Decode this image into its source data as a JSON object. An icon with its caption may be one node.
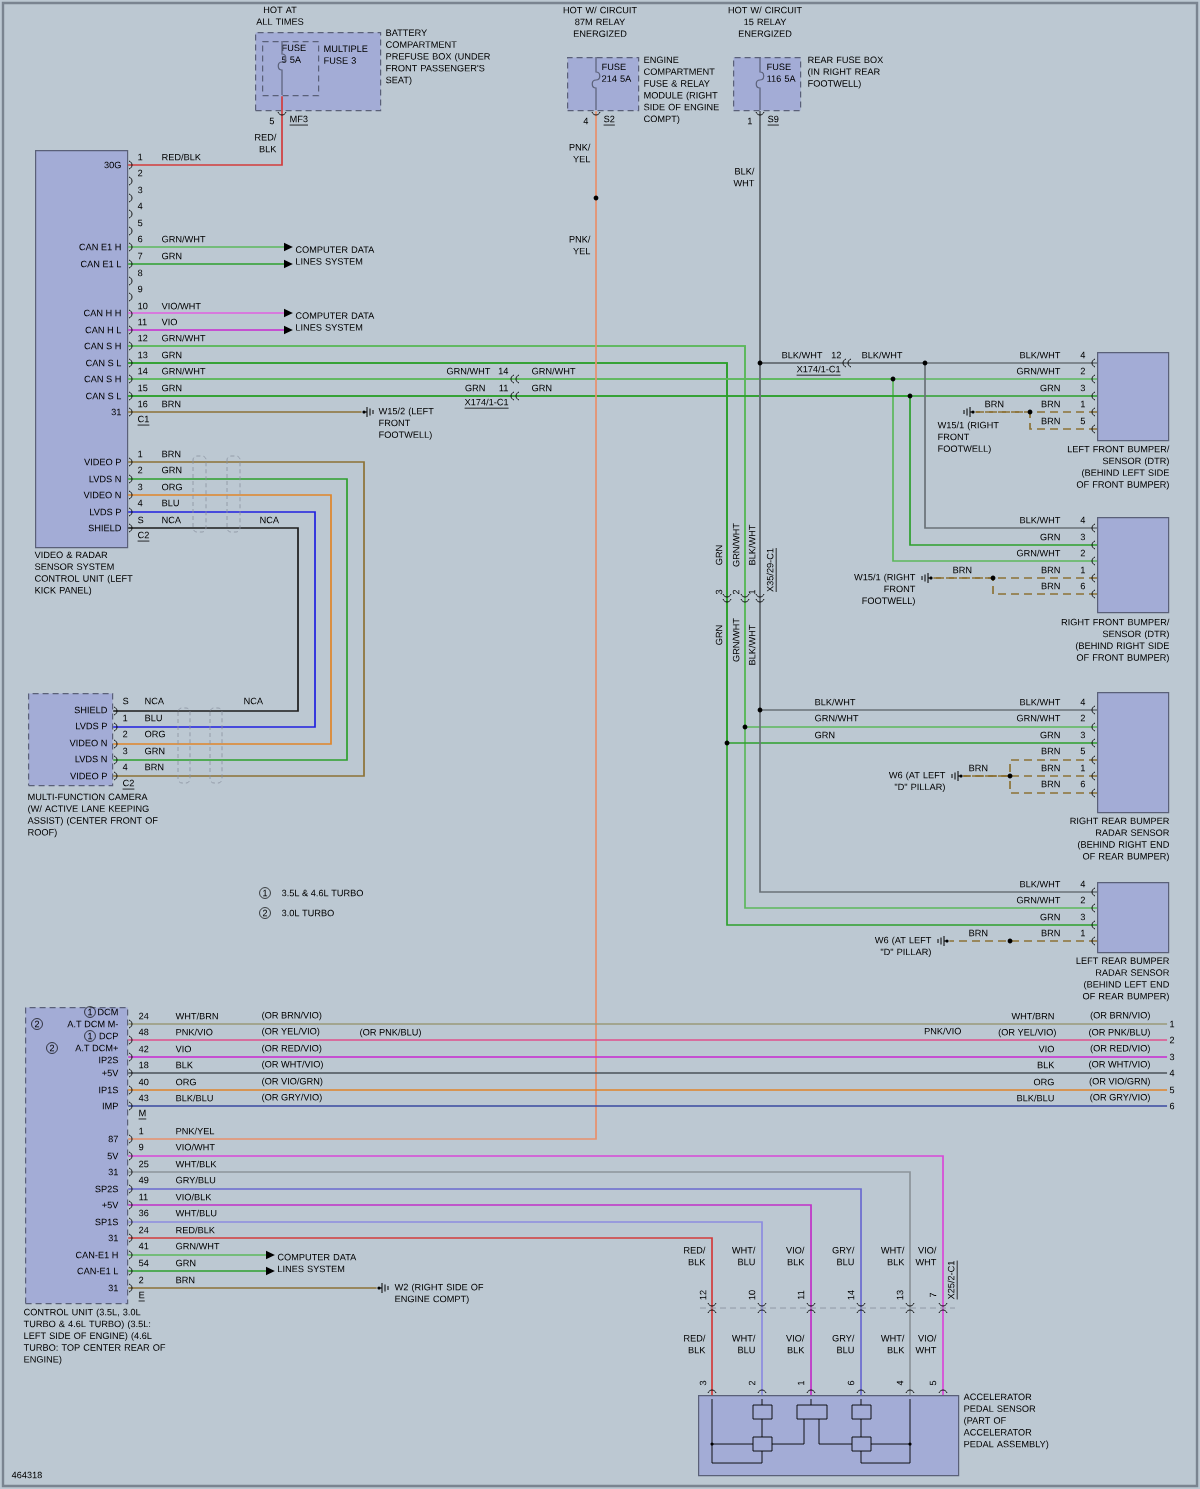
{
  "diagram": {
    "nodes": [
      {
        "text": [
          "MULTIPLE FUSE 3",
          "BATTERY COMPARTMENT PREFUSE BOX (UNDER FRONT PASSENGER'S SEAT)"
        ],
        "beside": [
          "HOT AT ALL TIMES"
        ]
      },
      {
        "text": [
          "FUSE 5 5A"
        ],
        "in": 0
      },
      {
        "text": [
          "FUSE 214 5A",
          "ENGINE COMPARTMENT FUSE & RELAY MODULE (RIGHT SIDE OF ENGINE COMPT)"
        ],
        "beside": [
          "HOT W/ CIRCUIT 87M RELAY ENERGIZED"
        ]
      },
      {
        "text": [
          "FUSE 116 5A",
          "REAR FUSE BOX (IN RIGHT REAR FOOTWELL)"
        ],
        "beside": [
          "HOT W/ CIRCUIT 15 RELAY ENERGIZED"
        ]
      },
      {
        "text": [
          "VIDEO & RADAR SENSOR SYSTEM CONTROL UNIT (LEFT KICK PANEL)"
        ]
      },
      {
        "text": [
          "COMPUTER DATA LINES SYSTEM"
        ]
      },
      {
        "text": [
          "COMPUTER DATA LINES SYSTEM"
        ]
      },
      {
        "text": [],
        "shape": "ground",
        "beside": [
          "W15/2 (LEFT FRONT FOOTWELL)"
        ]
      },
      {
        "text": [
          "LEFT FRONT BUMPER/ SENSOR (DTR) (BEHIND LEFT SIDE OF FRONT BUMPER)"
        ]
      },
      {
        "text": [],
        "shape": "ground",
        "beside": [
          "W15/1 (RIGHT FRONT FOOTWELL)"
        ]
      },
      {
        "text": [
          "RIGHT FRONT BUMPER/ SENSOR (DTR) (BEHIND RIGHT SIDE OF FRONT BUMPER)"
        ]
      },
      {
        "text": [],
        "shape": "ground",
        "beside": [
          "W15/1 (RIGHT FRONT FOOTWELL)"
        ]
      },
      {
        "text": [
          "MULTI-FUNCTION CAMERA (W/ ACTIVE LANE KEEPING ASSIST) (CENTER FRONT OF ROOF)"
        ]
      },
      {
        "text": [
          "RIGHT REAR BUMPER RADAR SENSOR (BEHIND RIGHT END OF REAR BUMPER)"
        ]
      },
      {
        "text": [],
        "shape": "ground",
        "beside": [
          "W6 (AT LEFT \"D\" PILLAR)"
        ]
      },
      {
        "text": [
          "LEFT REAR BUMPER RADAR SENSOR (BEHIND LEFT END OF REAR BUMPER)"
        ]
      },
      {
        "text": [],
        "shape": "ground",
        "beside": [
          "W6 (AT LEFT \"D\" PILLAR)"
        ]
      },
      {
        "text": [
          "CONTROL UNIT (3.5L, 3.0L TURBO & 4.6L TURBO) (3.5L: LEFT SIDE OF ENGINE) (4.6L TURBO: TOP CENTER REAR OF ENGINE)"
        ]
      },
      {
        "text": [
          "COMPUTER DATA LINES SYSTEM"
        ]
      },
      {
        "text": [],
        "shape": "ground",
        "beside": [
          "W2 (RIGHT SIDE OF ENGINE COMPT)"
        ]
      },
      {
        "text": [
          "ACCELERATOR PEDAL SENSOR (PART OF ACCELERATOR PEDAL ASSEMBLY)"
        ]
      },
      {
        "text": [
          "1"
        ]
      },
      {
        "text": [
          "2"
        ]
      },
      {
        "text": [
          "3"
        ]
      },
      {
        "text": [
          "4"
        ]
      },
      {
        "text": [
          "5"
        ]
      },
      {
        "text": [
          "6"
        ]
      }
    ],
    "edges": [
      {
        "from": 1,
        "to": 4,
        "arrow": "none",
        "color": "#d23c3c"
      },
      {
        "from": 4,
        "to": 5,
        "arrow": "to",
        "color": "#5cb85c"
      },
      {
        "from": 4,
        "to": 5,
        "arrow": "to",
        "color": "#2ea02e"
      },
      {
        "from": 4,
        "to": 6,
        "arrow": "to",
        "color": "#e060e0"
      },
      {
        "from": 4,
        "to": 6,
        "arrow": "to",
        "color": "#c828d0"
      },
      {
        "from": 4,
        "to": 15,
        "arrow": "none",
        "color": "#5cb85c"
      },
      {
        "from": 4,
        "to": 13,
        "arrow": "none",
        "color": "#5cb85c"
      },
      {
        "from": 4,
        "to": 15,
        "arrow": "none",
        "color": "#2ea02e"
      },
      {
        "from": 4,
        "to": 13,
        "arrow": "none",
        "color": "#2ea02e"
      },
      {
        "from": 4,
        "to": 8,
        "arrow": "none",
        "color": "#5cb85c"
      },
      {
        "from": 4,
        "to": 10,
        "arrow": "none",
        "color": "#5cb85c"
      },
      {
        "from": 4,
        "to": 8,
        "arrow": "none",
        "color": "#2ea02e"
      },
      {
        "from": 4,
        "to": 10,
        "arrow": "none",
        "color": "#2ea02e"
      },
      {
        "from": 3,
        "to": 8,
        "arrow": "none",
        "color": "#6a7278"
      },
      {
        "from": 3,
        "to": 10,
        "arrow": "none",
        "color": "#6a7278"
      },
      {
        "from": 3,
        "to": 13,
        "arrow": "none",
        "color": "#6a7278"
      },
      {
        "from": 3,
        "to": 15,
        "arrow": "none",
        "color": "#6a7278"
      },
      {
        "from": 4,
        "to": 7,
        "arrow": "none",
        "color": "#8c7236"
      },
      {
        "from": 4,
        "to": 12,
        "arrow": "none",
        "color": "#8c7236"
      },
      {
        "from": 4,
        "to": 12,
        "arrow": "none",
        "color": "#2ea02e"
      },
      {
        "from": 4,
        "to": 12,
        "arrow": "none",
        "color": "#e0852a"
      },
      {
        "from": 4,
        "to": 12,
        "arrow": "none",
        "color": "#2020e0"
      },
      {
        "from": 4,
        "to": 12,
        "arrow": "none",
        "color": "#1c1c1c"
      },
      {
        "from": 8,
        "to": 9,
        "arrow": "none",
        "style": "dashed",
        "color": "#8c7236"
      },
      {
        "from": 10,
        "to": 11,
        "arrow": "none",
        "style": "dashed",
        "color": "#8c7236"
      },
      {
        "from": 13,
        "to": 14,
        "arrow": "none",
        "style": "dashed",
        "color": "#8c7236"
      },
      {
        "from": 15,
        "to": 16,
        "arrow": "none",
        "style": "dashed",
        "color": "#8c7236"
      },
      {
        "from": 2,
        "to": 17,
        "arrow": "none",
        "color": "#e8906c"
      },
      {
        "from": 17,
        "to": 21,
        "arrow": "none",
        "color": "#9a9a78"
      },
      {
        "from": 17,
        "to": 22,
        "arrow": "none",
        "color": "#e0508c"
      },
      {
        "from": 17,
        "to": 23,
        "arrow": "none",
        "color": "#c828d0"
      },
      {
        "from": 17,
        "to": 24,
        "arrow": "none",
        "color": "#4a5258"
      },
      {
        "from": 17,
        "to": 25,
        "arrow": "none",
        "color": "#e0852a"
      },
      {
        "from": 17,
        "to": 26,
        "arrow": "none",
        "color": "#3a4aa0"
      },
      {
        "from": 17,
        "to": 20,
        "arrow": "none",
        "color": "#d848d8"
      },
      {
        "from": 17,
        "to": 20,
        "arrow": "none",
        "color": "#8c949a"
      },
      {
        "from": 17,
        "to": 20,
        "arrow": "none",
        "color": "#6a6ad0"
      },
      {
        "from": 17,
        "to": 20,
        "arrow": "none",
        "color": "#c030c8"
      },
      {
        "from": 17,
        "to": 20,
        "arrow": "none",
        "color": "#8c8ce0"
      },
      {
        "from": 17,
        "to": 20,
        "arrow": "none",
        "color": "#d23c3c"
      },
      {
        "from": 17,
        "to": 18,
        "arrow": "to",
        "color": "#5cb85c"
      },
      {
        "from": 17,
        "to": 18,
        "arrow": "to",
        "color": "#2ea02e"
      },
      {
        "from": 17,
        "to": 19,
        "arrow": "none",
        "color": "#8c7236"
      },
      {
        "from": 8,
        "to": 9,
        "arrow": "none",
        "style": "dashed",
        "color": "#8c7236"
      },
      {
        "from": 10,
        "to": 11,
        "arrow": "none",
        "style": "dashed",
        "color": "#8c7236"
      },
      {
        "from": 13,
        "to": 14,
        "arrow": "none",
        "style": "dashed",
        "color": "#8c7236"
      },
      {
        "from": 13,
        "to": 14,
        "arrow": "none",
        "style": "dashed",
        "color": "#8c7236"
      }
    ],
    "labels": [
      "5",
      "MF3",
      "RED/ BLK",
      "4",
      "S2",
      "PNK/ YEL",
      "PNK/ YEL",
      "1",
      "S9",
      "BLK/ WHT",
      "30G",
      "CAN E1 H",
      "CAN E1 L",
      "CAN H H",
      "CAN H L",
      "CAN S H",
      "CAN S L",
      "CAN S H",
      "CAN S L",
      "31",
      "VIDEO P",
      "LVDS N",
      "VIDEO N",
      "LVDS P",
      "SHIELD",
      "1",
      "2",
      "3",
      "4",
      "5",
      "6",
      "7",
      "8",
      "9",
      "10",
      "11",
      "12",
      "13",
      "14",
      "15",
      "16",
      "C1",
      "1",
      "2",
      "3",
      "4",
      "S",
      "C2",
      "RED/BLK",
      "GRN/WHT",
      "GRN",
      "VIO/WHT",
      "VIO",
      "GRN/WHT",
      "GRN",
      "GRN/WHT",
      "GRN",
      "BRN",
      "BRN",
      "GRN",
      "ORG",
      "BLU",
      "NCA",
      "NCA",
      "GRN/WHT",
      "14",
      "GRN/WHT",
      "GRN",
      "11",
      "GRN",
      "X174/1-C1",
      "BLK/WHT",
      "12",
      "BLK/WHT",
      "X174/1-C1",
      "BLK/WHT",
      "GRN/WHT",
      "GRN",
      "BRN",
      "BRN",
      "4",
      "2",
      "3",
      "1",
      "5",
      "BRN",
      "BLK/WHT",
      "GRN",
      "GRN/WHT",
      "BRN",
      "BRN",
      "4",
      "3",
      "2",
      "1",
      "6",
      "BRN",
      "GRN",
      "GRN/WHT",
      "BLK/WHT",
      "3",
      "2",
      "1",
      "X35/29-C1",
      "GRN",
      "GRN/WHT",
      "BLK/WHT",
      "BLK/WHT",
      "GRN/WHT",
      "GRN",
      "BLK/WHT",
      "GRN/WHT",
      "GRN",
      "BRN",
      "BRN",
      "BRN",
      "4",
      "2",
      "3",
      "5",
      "1",
      "6",
      "BRN",
      "BRN",
      "BLK/WHT",
      "GRN/WHT",
      "GRN",
      "BRN",
      "4",
      "2",
      "3",
      "1",
      "SHIELD",
      "LVDS P",
      "VIDEO N",
      "LVDS N",
      "VIDEO P",
      "S",
      "1",
      "2",
      "3",
      "4",
      "C2",
      "NCA",
      "BLU",
      "ORG",
      "GRN",
      "BRN",
      "NCA",
      "1",
      "3.5L & 4.6L TURBO",
      "2",
      "3.0L TURBO",
      "1",
      "DCM",
      "2",
      "A.T DCM M-",
      "1",
      "DCP",
      "2",
      "A.T DCM+",
      "IP2S",
      "+5V",
      "IP1S",
      "IMP",
      "87",
      "5V",
      "31",
      "SP2S",
      "+5V",
      "SP1S",
      "31",
      "CAN-E1 H",
      "CAN-E1 L",
      "31",
      "24",
      "48",
      "42",
      "18",
      "40",
      "43",
      "M",
      "1",
      "9",
      "25",
      "49",
      "11",
      "36",
      "24",
      "41",
      "54",
      "2",
      "E",
      "WHT/BRN",
      "PNK/VIO",
      "VIO",
      "BLK",
      "ORG",
      "BLK/BLU",
      "(OR BRN/VIO)",
      "(OR YEL/VIO)",
      "(OR RED/VIO)",
      "(OR WHT/VIO)",
      "(OR VIO/GRN)",
      "(OR GRY/VIO)",
      "(OR PNK/BLU)",
      "WHT/BRN",
      "PNK/VIO",
      "(OR YEL/VIO)",
      "VIO",
      "BLK",
      "ORG",
      "BLK/BLU",
      "(OR BRN/VIO)",
      "(OR PNK/BLU)",
      "(OR RED/VIO)",
      "(OR WHT/VIO)",
      "(OR VIO/GRN)",
      "(OR GRY/VIO)",
      "PNK/YEL",
      "VIO/WHT",
      "WHT/BLK",
      "GRY/BLU",
      "VIO/BLK",
      "WHT/BLU",
      "RED/BLK",
      "GRN/WHT",
      "GRN",
      "BRN",
      "RED/ BLK",
      "WHT/ BLU",
      "VIO/ BLK",
      "GRY/ BLU",
      "WHT/ BLK",
      "VIO/ WHT",
      "12",
      "10",
      "11",
      "14",
      "13",
      "7",
      "X25/2-C1",
      "RED/ BLK",
      "WHT/ BLU",
      "VIO/ BLK",
      "GRY/ BLU",
      "WHT/ BLK",
      "VIO/ WHT",
      "3",
      "2",
      "1",
      "6",
      "4",
      "5",
      "464318"
    ]
  }
}
